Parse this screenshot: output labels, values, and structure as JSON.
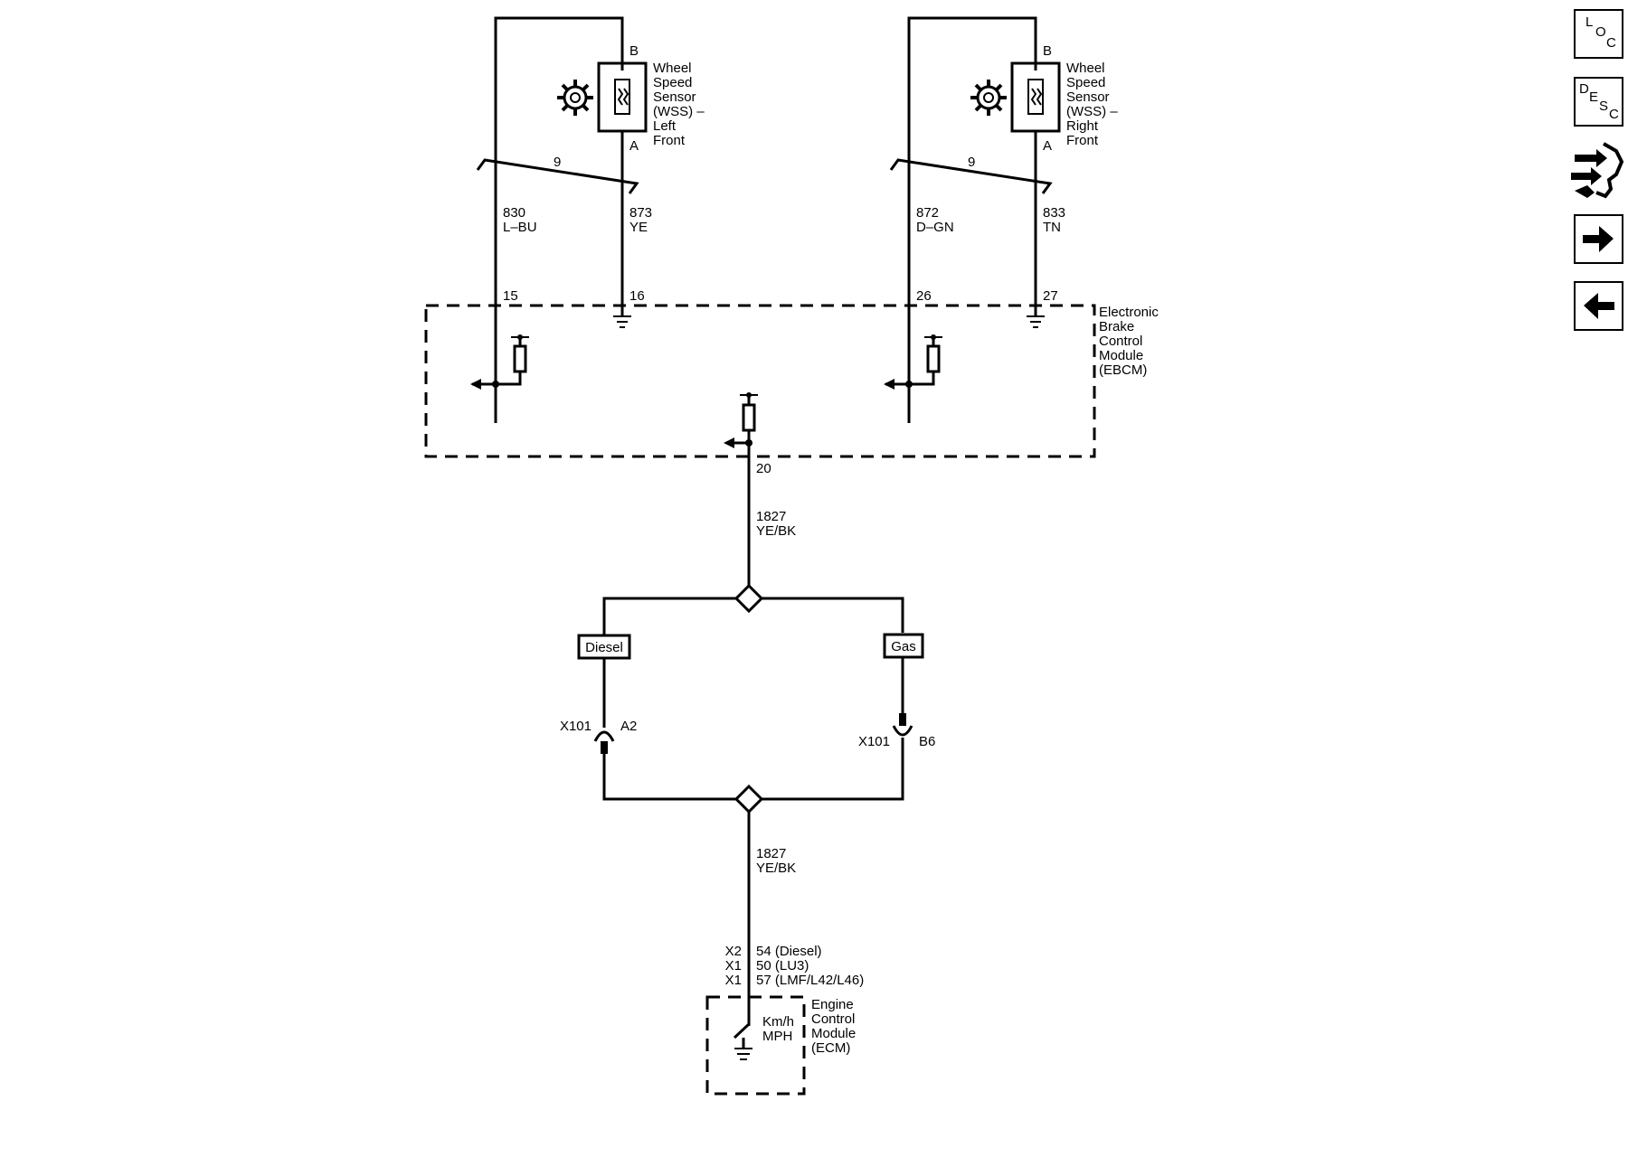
{
  "diagram": {
    "left_sensor": {
      "name_lines": [
        "Wheel",
        "Speed",
        "Sensor",
        "(WSS) –",
        "Left",
        "Front"
      ],
      "pin_b": "B",
      "pin_a": "A"
    },
    "right_sensor": {
      "name_lines": [
        "Wheel",
        "Speed",
        "Sensor",
        "(WSS) –",
        "Right",
        "Front"
      ],
      "pin_b": "B",
      "pin_a": "A"
    },
    "twist_left": "9",
    "twist_right": "9",
    "wires": {
      "w830": {
        "circuit": "830",
        "color": "L–BU"
      },
      "w873": {
        "circuit": "873",
        "color": "YE"
      },
      "w872": {
        "circuit": "872",
        "color": "D–GN"
      },
      "w833": {
        "circuit": "833",
        "color": "TN"
      },
      "w1827_top": {
        "circuit": "1827",
        "color": "YE/BK"
      },
      "w1827_bottom": {
        "circuit": "1827",
        "color": "YE/BK"
      }
    },
    "ebcm": {
      "name_lines": [
        "Electronic",
        "Brake",
        "Control",
        "Module",
        "(EBCM)"
      ],
      "pins": [
        "15",
        "16",
        "26",
        "27",
        "20"
      ]
    },
    "options": {
      "diesel": "Diesel",
      "gas": "Gas"
    },
    "connectors": {
      "left": {
        "name": "X101",
        "pin": "A2"
      },
      "right": {
        "name": "X101",
        "pin": "B6"
      }
    },
    "ecm": {
      "pin_rows": [
        {
          "connector": "X2",
          "pin": "54 (Diesel)"
        },
        {
          "connector": "X1",
          "pin": "50 (LU3)"
        },
        {
          "connector": "X1",
          "pin": "57 (LMF/L42/L46)"
        }
      ],
      "switch_label_lines": [
        "Km/h",
        "MPH"
      ],
      "name_lines": [
        "Engine",
        "Control",
        "Module",
        "(ECM)"
      ]
    }
  },
  "nav": {
    "loc": {
      "l": "L",
      "o": "O",
      "c": "C"
    },
    "desc": {
      "d": "D",
      "e": "E",
      "s": "S",
      "c": "C"
    }
  }
}
